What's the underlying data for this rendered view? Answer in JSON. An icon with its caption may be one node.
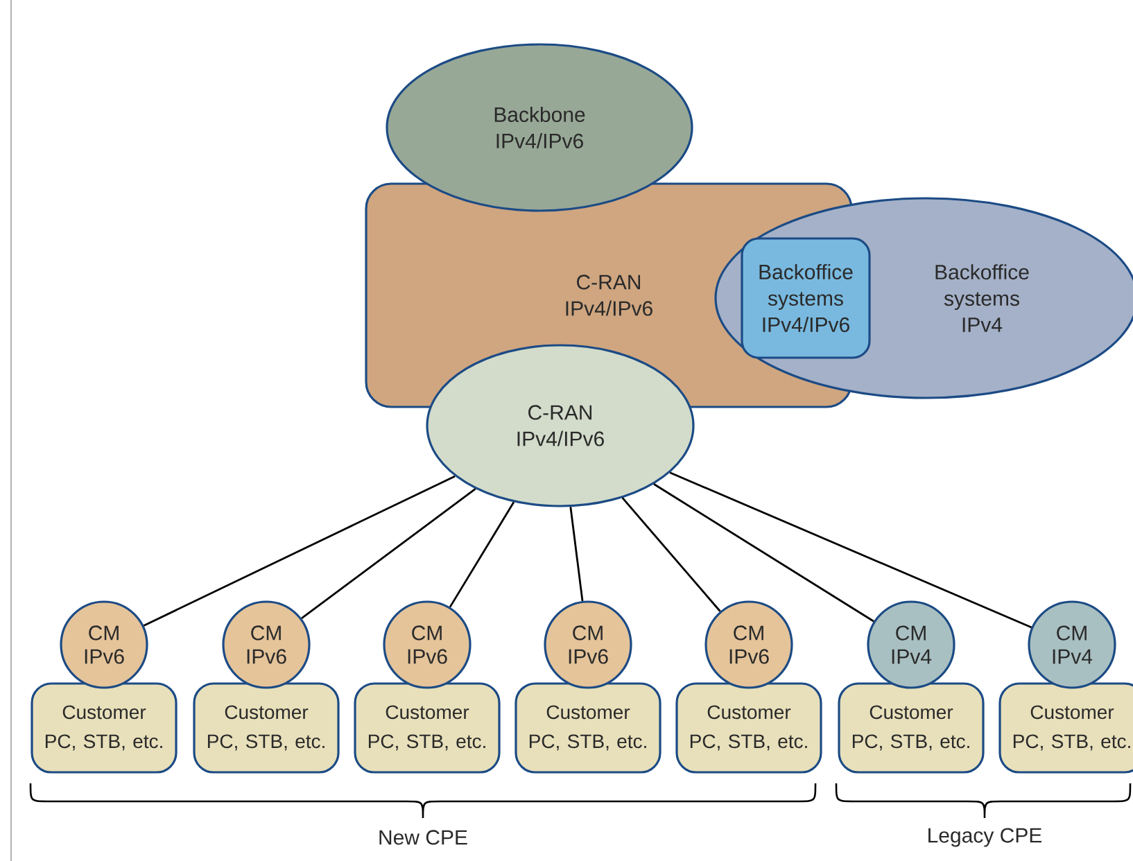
{
  "diagram": {
    "nodes": [
      {
        "text": [
          "Backbone",
          "IPv4/IPv6"
        ]
      },
      {
        "text": [
          "C-RAN",
          "IPv4/IPv6"
        ]
      },
      {
        "text": [
          "Backoffice systems",
          "IPv4"
        ]
      },
      {
        "text": [
          "Backoffice systems",
          "IPv4/IPv6"
        ],
        "in": 2
      },
      {
        "text": [
          "C-RAN",
          "IPv4/IPv6"
        ]
      },
      {
        "text": [
          "CM",
          "IPv6"
        ]
      },
      {
        "text": [
          "CM",
          "IPv6"
        ]
      },
      {
        "text": [
          "CM",
          "IPv6"
        ]
      },
      {
        "text": [
          "CM",
          "IPv6"
        ]
      },
      {
        "text": [
          "CM",
          "IPv6"
        ]
      },
      {
        "text": [
          "CM",
          "IPv4"
        ]
      },
      {
        "text": [
          "CM",
          "IPv4"
        ]
      },
      {
        "text": [
          "Customer",
          "PC, STB, etc."
        ]
      },
      {
        "text": [
          "Customer",
          "PC, STB, etc."
        ]
      },
      {
        "text": [
          "Customer",
          "PC, STB, etc."
        ]
      },
      {
        "text": [
          "Customer",
          "PC, STB, etc."
        ]
      },
      {
        "text": [
          "Customer",
          "PC, STB, etc."
        ]
      },
      {
        "text": [
          "Customer",
          "PC, STB, etc."
        ]
      },
      {
        "text": [
          "Customer",
          "PC, STB, etc."
        ]
      }
    ],
    "edges": [
      {
        "from": 4,
        "to": 5,
        "arrow": "none"
      },
      {
        "from": 4,
        "to": 6,
        "arrow": "none"
      },
      {
        "from": 4,
        "to": 7,
        "arrow": "none"
      },
      {
        "from": 4,
        "to": 8,
        "arrow": "none"
      },
      {
        "from": 4,
        "to": 9,
        "arrow": "none"
      },
      {
        "from": 4,
        "to": 10,
        "arrow": "none"
      },
      {
        "from": 4,
        "to": 11,
        "arrow": "none"
      }
    ],
    "labels": [
      "New CPE",
      "Legacy CPE"
    ]
  }
}
